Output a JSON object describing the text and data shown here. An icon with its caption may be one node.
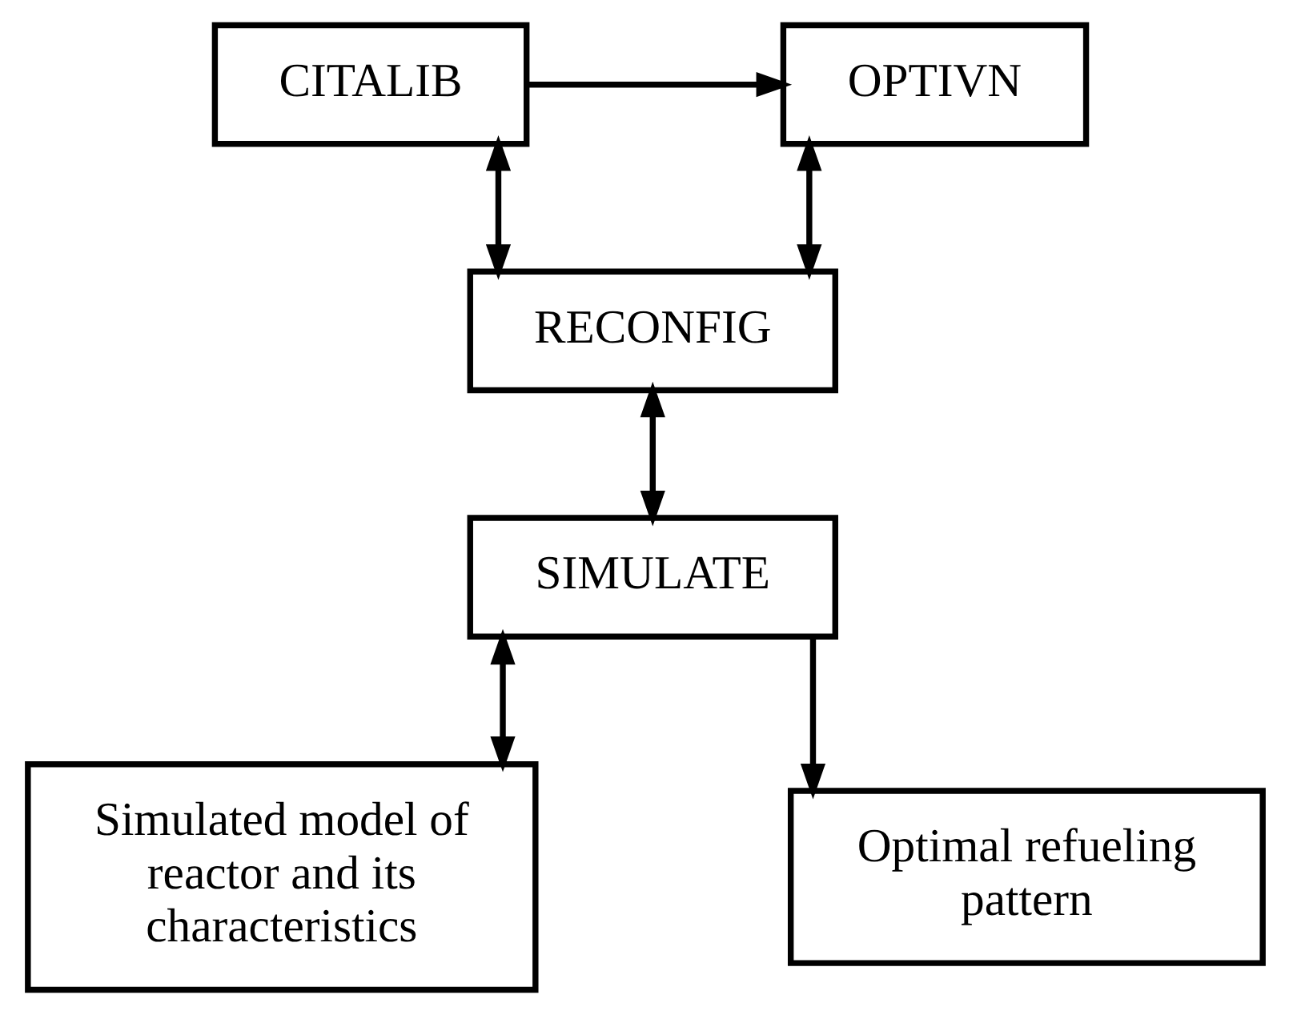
{
  "diagram": {
    "nodes": [
      {
        "text": [
          "CITALIB"
        ]
      },
      {
        "text": [
          "OPTIVN"
        ]
      },
      {
        "text": [
          "RECONFIG"
        ]
      },
      {
        "text": [
          "SIMULATE"
        ]
      },
      {
        "text": [
          "Simulated model of reactor and its characteristics"
        ]
      },
      {
        "text": [
          "Optimal refueling pattern"
        ]
      }
    ],
    "edges": [
      {
        "from": 0,
        "to": 1,
        "arrow": "to"
      },
      {
        "from": 0,
        "to": 2,
        "arrow": "both"
      },
      {
        "from": 1,
        "to": 2,
        "arrow": "both"
      },
      {
        "from": 2,
        "to": 3,
        "arrow": "both"
      },
      {
        "from": 3,
        "to": 4,
        "arrow": "both"
      },
      {
        "from": 3,
        "to": 5,
        "arrow": "to"
      }
    ]
  }
}
